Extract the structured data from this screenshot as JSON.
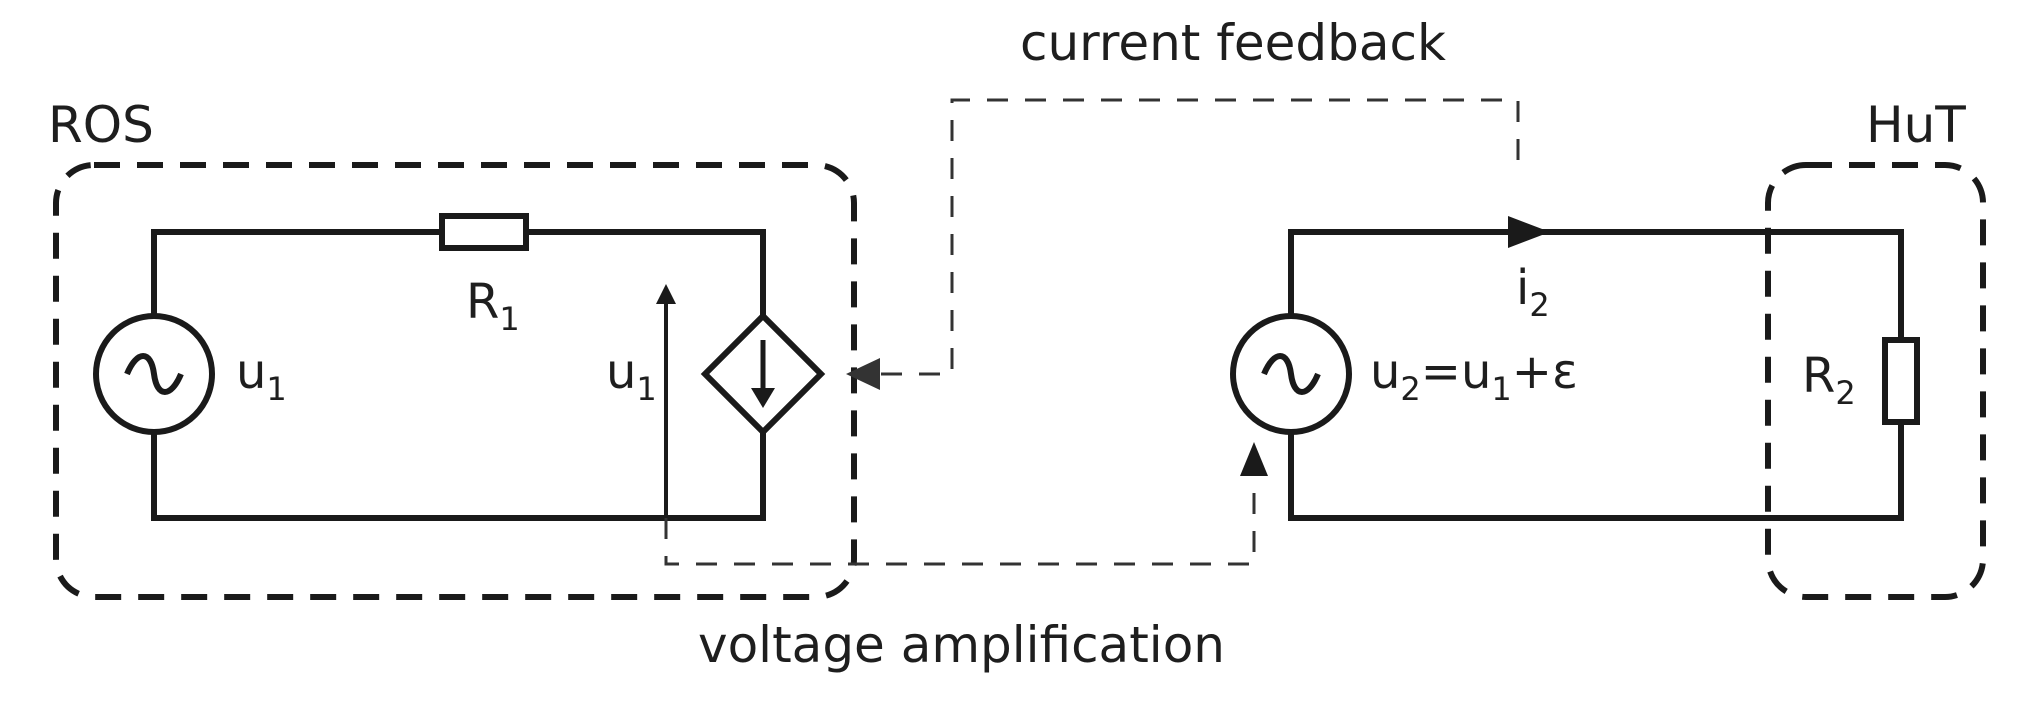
{
  "colors": {
    "line": "#1a1a1a",
    "text": "#1e1e1e",
    "background": "#ffffff"
  },
  "labels": {
    "ros": "ROS",
    "hut": "HuT",
    "current_feedback": "current feedback",
    "voltage_amplification": "voltage amplification",
    "r1": {
      "base": "R",
      "sub": "1"
    },
    "r2": {
      "base": "R",
      "sub": "2"
    },
    "u1_source": {
      "base": "u",
      "sub": "1"
    },
    "u1_arrow": {
      "base": "u",
      "sub": "1"
    },
    "i2": {
      "base": "i",
      "sub": "2"
    },
    "u2_eq": {
      "u": "u",
      "sub2": "2",
      "eq": "=u",
      "sub1": "1",
      "tail": "+ε"
    }
  },
  "icons": [
    "ac-source-icon",
    "dependent-current-source-icon",
    "resistor-icon",
    "arrow-icon"
  ]
}
